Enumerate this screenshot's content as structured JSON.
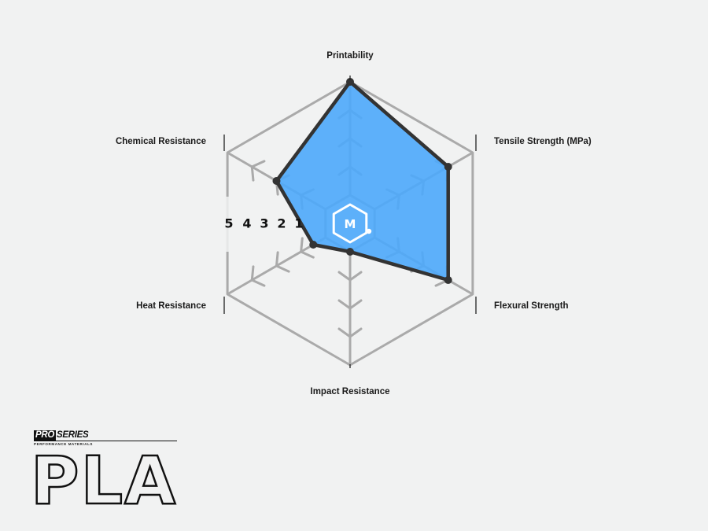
{
  "chart_data": {
    "type": "radar",
    "axes": [
      "Printability",
      "Tensile Strength (MPa)",
      "Flexural Strength",
      "Impact Resistance",
      "Heat Resistance",
      "Chemical Resistance"
    ],
    "values": [
      5,
      4,
      4,
      1,
      1.5,
      3
    ],
    "scale_labels": [
      "5",
      "4",
      "3",
      "2",
      "1"
    ],
    "rmax": 5,
    "fill_color": "#4da9fb",
    "outline_color": "#333333",
    "grid_color": "#aaaaaa",
    "highlight_scale_color": "#1f6fc0"
  },
  "logo": {
    "letter": "M"
  },
  "brand": {
    "series_prefix": "PRO",
    "series_word": "SERIES",
    "subtitle": "PERFORMANCE MATERIALS",
    "material": "PLA"
  }
}
